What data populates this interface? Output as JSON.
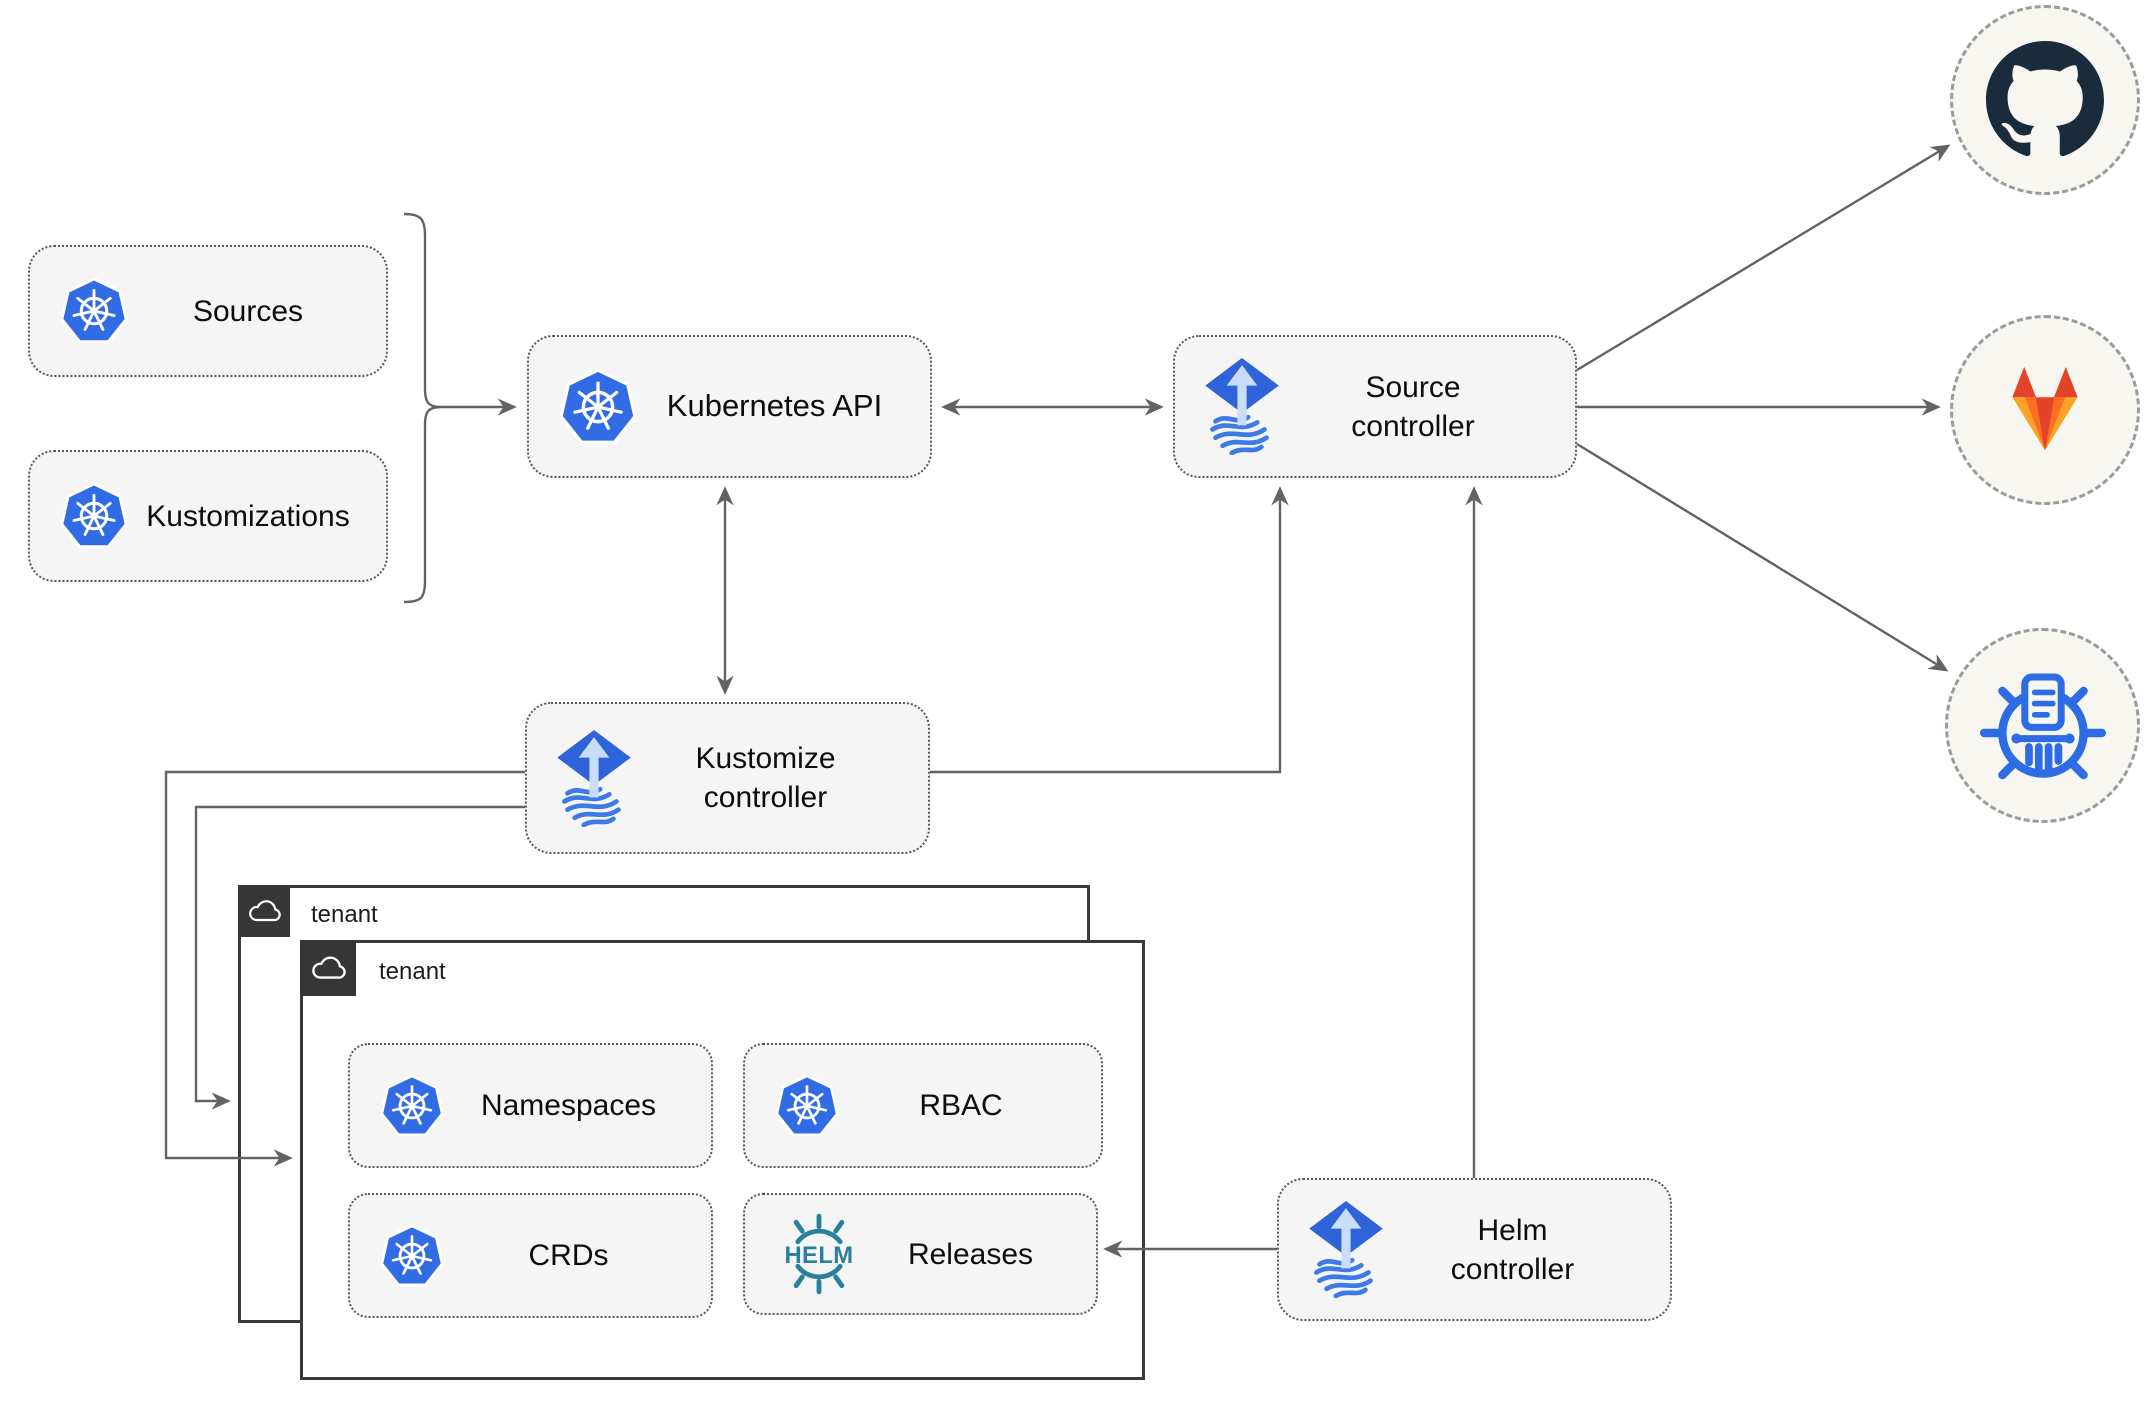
{
  "diagram": {
    "title": "flux-gitops-architecture",
    "nodes": {
      "sources": {
        "label": "Sources",
        "icon": "kubernetes"
      },
      "kustomizations": {
        "label": "Kustomizations",
        "icon": "kubernetes"
      },
      "kubernetes_api": {
        "label": "Kubernetes API",
        "icon": "kubernetes"
      },
      "source_controller": {
        "label": "Source controller",
        "icon": "flux"
      },
      "kustomize_controller": {
        "label": "Kustomize controller",
        "icon": "flux"
      },
      "helm_controller": {
        "label": "Helm controller",
        "icon": "flux"
      },
      "tenant_outer": {
        "label": "tenant",
        "icon": "cloud"
      },
      "tenant_inner": {
        "label": "tenant",
        "icon": "cloud"
      },
      "namespaces": {
        "label": "Namespaces",
        "icon": "kubernetes"
      },
      "rbac": {
        "label": "RBAC",
        "icon": "kubernetes"
      },
      "crds": {
        "label": "CRDs",
        "icon": "kubernetes"
      },
      "releases": {
        "label": "Releases",
        "icon": "helm",
        "logo_text": "HELM"
      }
    },
    "endpoints": {
      "github": {
        "icon": "github-octocat"
      },
      "gitlab": {
        "icon": "gitlab-tanuki"
      },
      "chartmuseum": {
        "icon": "chartmuseum-wheel"
      }
    },
    "colors": {
      "kubernetes_blue": "#326ce5",
      "flux_blue": "#2e63da",
      "flux_stripe_blue": "#3d7ae8",
      "flux_arrow_light": "#c9ddf8",
      "helm_teal": "#2a7f9f",
      "github_dark": "#1a2b3c",
      "gitlab_red_orange": "#e24329",
      "gitlab_orange": "#fc6d26",
      "gitlab_light_orange": "#fca326",
      "chartmuseum_blue": "#2d6ce4",
      "arrow_gray": "#636363",
      "node_background": "#f5f5f5",
      "tenant_tab_dark": "#363636",
      "endpoint_background": "#f7f6f1"
    }
  }
}
